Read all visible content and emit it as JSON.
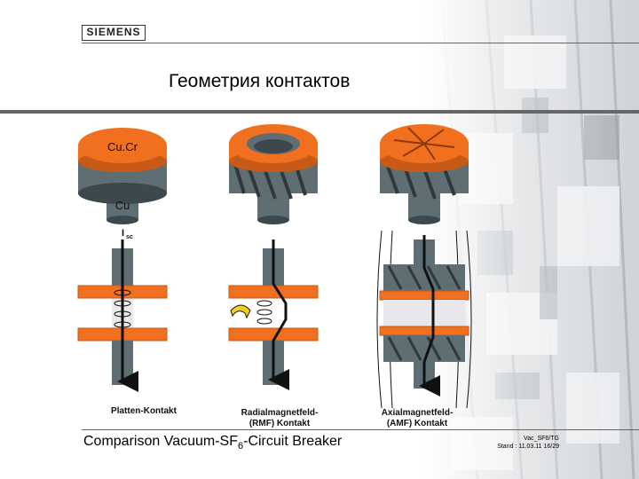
{
  "header": {
    "logo_text": "SIEMENS",
    "title": "Геометрия контактов"
  },
  "diagram": {
    "labels": {
      "material_top": "Cu.Cr",
      "material_base": "Cu",
      "current": "I",
      "current_sub": "sc"
    },
    "captions": {
      "plate": "Platten-Kontakt",
      "radial_line1": "Radialmagnetfeld-",
      "radial_line2": "(RMF) Kontakt",
      "axial_line1": "Axialmagnetfeld-",
      "axial_line2": "(AMF) Kontakt"
    },
    "colors": {
      "contact_orange": "#f07020",
      "stem_gray": "#5f6e72",
      "stem_dark": "#3c484b"
    }
  },
  "footer": {
    "title_main": "Comparison Vacuum-SF",
    "title_sub": "6",
    "title_tail": "-Circuit Breaker",
    "ref_line1": "Vac_SF6/TG",
    "ref_line2": "Stand : 11.03.11 16/29"
  }
}
